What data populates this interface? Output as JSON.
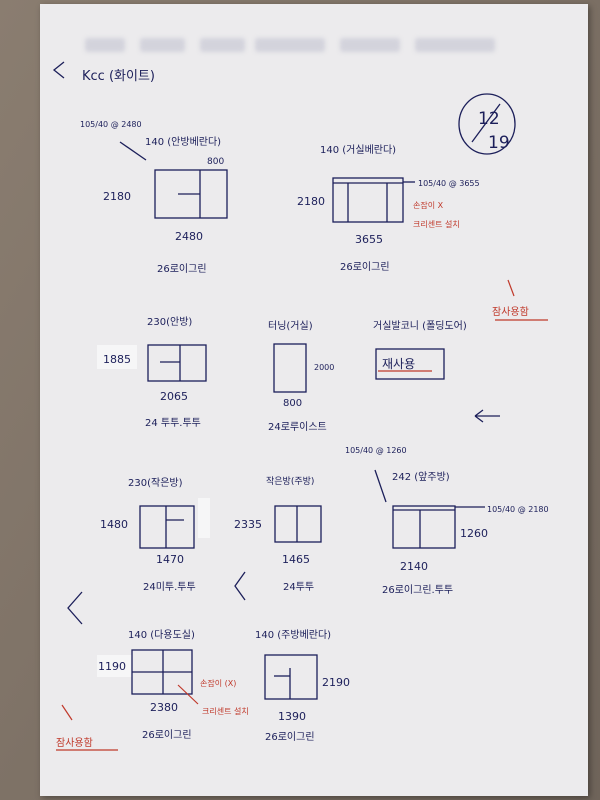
{
  "header": {
    "title": "Kcc (화이트)",
    "date_top": "12",
    "date_bottom": "19"
  },
  "notes": {
    "top_right": "잠사용함",
    "bottom_left": "잠사용함"
  },
  "windows": [
    {
      "corner": "105/40 @ 2480",
      "label": "140 (안방베란다)",
      "top": "800",
      "left": "2180",
      "bottom": "2480",
      "footer": "26로이그린"
    },
    {
      "label": "140 (거실베란다)",
      "right": "105/40 @ 3655",
      "left": "2180",
      "bottom": "3655",
      "footer": "26로이그린",
      "notes": [
        "손잡이 X",
        "크리센트 설치"
      ]
    },
    {
      "label": "230(안방)",
      "left": "1885",
      "bottom": "2065",
      "footer": "24 투투.투투"
    },
    {
      "label": "터닝(거실)",
      "right": "2000",
      "bottom": "800",
      "footer": "24로루이스트"
    },
    {
      "label": "거실발코니 (폴딩도어)",
      "box": "재사용"
    },
    {
      "label": "230(작은방)",
      "left": "1480",
      "bottom": "1470",
      "footer": "24미투.투투"
    },
    {
      "label": "작은방(주방)",
      "left": "2335",
      "bottom": "1465",
      "footer": "24투투"
    },
    {
      "corner": "105/40 @ 1260",
      "label": "242 (앞주방)",
      "right_top": "105/40 @ 2180",
      "right": "1260",
      "bottom": "2140",
      "footer": "26로이그린.투투"
    },
    {
      "label": "140 (다용도실)",
      "left": "1190",
      "bottom": "2380",
      "footer": "26로이그린",
      "notes": [
        "손잡이 (X)",
        "크리센트 설치"
      ]
    },
    {
      "label": "140 (주방베란다)",
      "right": "2190",
      "bottom": "1390",
      "footer": "26로이그린"
    }
  ]
}
